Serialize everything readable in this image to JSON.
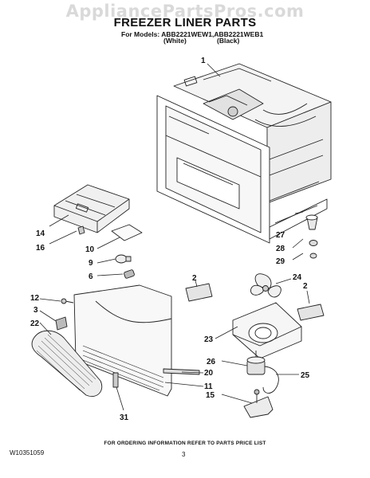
{
  "watermark": "AppliancePartsPros.com",
  "title": "FREEZER LINER PARTS",
  "models_line": "For Models: ABB2221WEW1,ABB2221WEB1",
  "variant_white": "(White)",
  "variant_black": "(Black)",
  "callouts": [
    "1",
    "2",
    "2",
    "3",
    "6",
    "9",
    "10",
    "11",
    "12",
    "14",
    "15",
    "16",
    "20",
    "22",
    "23",
    "24",
    "25",
    "26",
    "27",
    "28",
    "29",
    "31"
  ],
  "footer_note": "FOR ORDERING INFORMATION REFER TO PARTS PRICE LIST",
  "doc_number": "W10351059",
  "page_number": "3"
}
